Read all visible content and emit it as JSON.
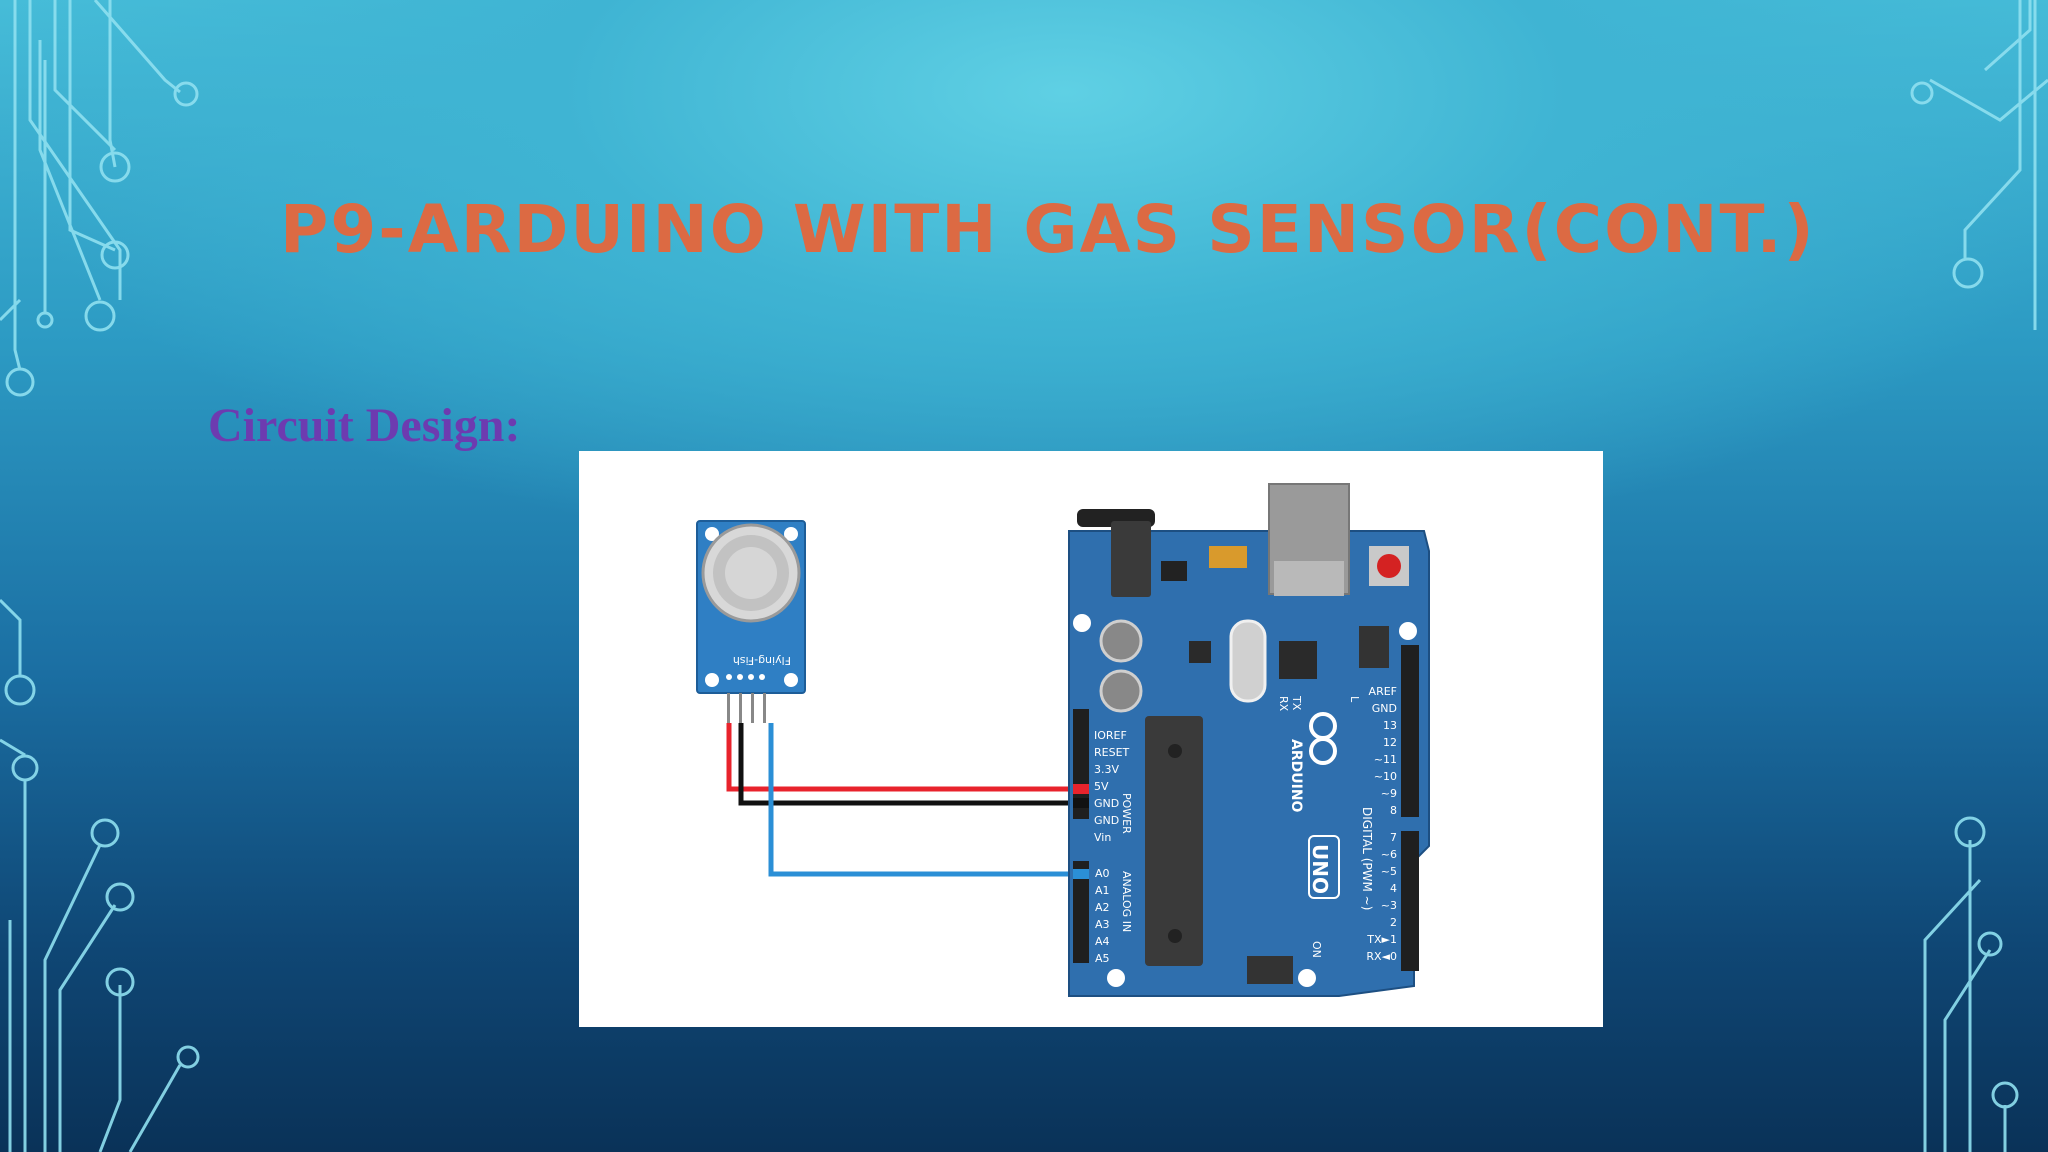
{
  "slide": {
    "title": "P9-ARDUINO WITH GAS SENSOR(CONT.)",
    "subtitle": "Circuit Design:"
  },
  "figure": {
    "sensor_label": "Flying-Fish",
    "board_brand": "ARDUINO",
    "board_model": "UNO",
    "power_pins": [
      "IOREF",
      "RESET",
      "3.3V",
      "5V",
      "GND",
      "GND",
      "Vin"
    ],
    "analog_pins": [
      "A0",
      "A1",
      "A2",
      "A3",
      "A4",
      "A5"
    ],
    "digital_pins": [
      "AREF",
      "GND",
      "13",
      "12",
      "~11",
      "~10",
      "~9",
      "8",
      "7",
      "~6",
      "~5",
      "4",
      "~3",
      "2",
      "TX►1",
      "RX◄0"
    ],
    "power_section": "POWER",
    "analog_section": "ANALOG IN",
    "digital_section": "DIGITAL (PWM ~)",
    "on_label": "ON",
    "tx_label": "TX",
    "rx_label": "RX",
    "l_label": "L"
  },
  "colors": {
    "title": "#dc6a43",
    "subtitle": "#6d3bb0",
    "board": "#2f6fae",
    "wire_vcc": "#e8232c",
    "wire_gnd": "#111111",
    "wire_signal": "#2b8fd6"
  },
  "icons": [
    "circuit-trace-decoration"
  ]
}
